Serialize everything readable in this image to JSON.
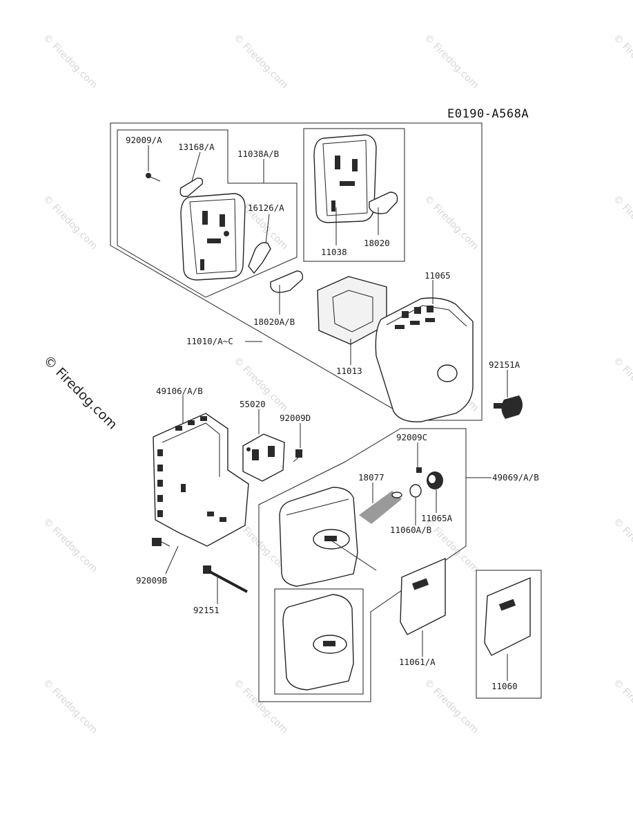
{
  "diagram_code": "E0190-A568A",
  "watermark": "© Firedog.com",
  "labels": {
    "p92009A": "92009/A",
    "p13168A": "13168/A",
    "p11038AB": "11038A/B",
    "p16126A": "16126/A",
    "p11038": "11038",
    "p18020": "18020",
    "p11065": "11065",
    "p18020AB": "18020A/B",
    "p11010": "11010/A~C",
    "p11013": "11013",
    "p92151A": "92151A",
    "p49106": "49106/A/B",
    "p55020": "55020",
    "p92009D": "92009D",
    "p92009C": "92009C",
    "p18077": "18077",
    "p49069": "49069/A/B",
    "p11065A": "11065A",
    "p11060AB": "11060A/B",
    "p92009B": "92009B",
    "p92151": "92151",
    "p11061A": "11061/A",
    "p11060": "11060"
  }
}
